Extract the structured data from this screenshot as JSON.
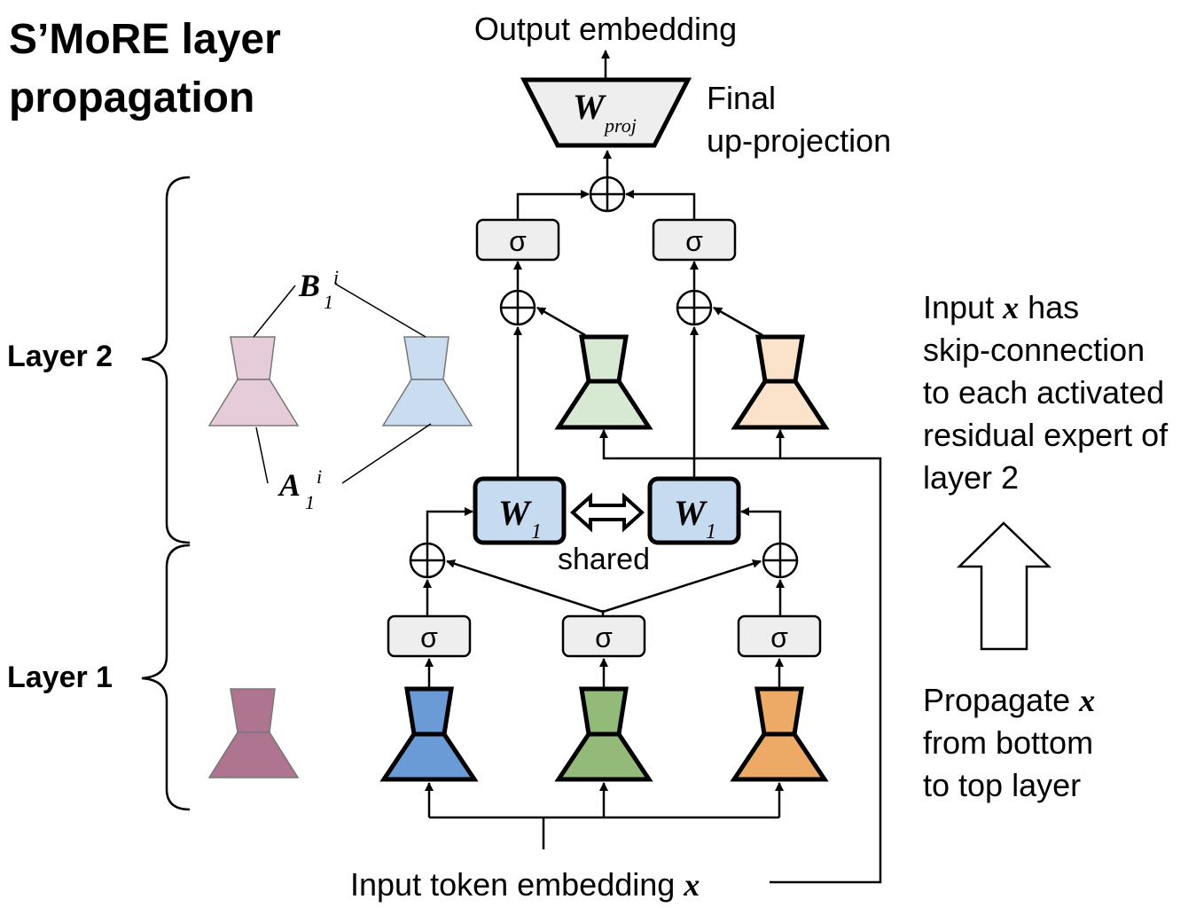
{
  "title_line1": "S’MoRE layer",
  "title_line2": "propagation",
  "output_label": "Output embedding",
  "proj": {
    "main": "W",
    "sub": "proj"
  },
  "final_line1": "Final",
  "final_line2": "up-projection",
  "layer2_label": "Layer 2",
  "layer1_label": "Layer 1",
  "b_label": {
    "main": "B",
    "sub": "1",
    "sup": "i"
  },
  "a_label": {
    "main": "A",
    "sub": "1",
    "sup": "i"
  },
  "w1_label": {
    "main": "W",
    "sub": "1"
  },
  "sigma": "σ",
  "shared_label": "shared",
  "skip_note": [
    "Input",
    "x",
    "has",
    "skip-connection",
    "to each activated",
    "residual expert of",
    "layer 2"
  ],
  "propagate_note": [
    "Propagate",
    "x",
    "from bottom",
    "to top layer"
  ],
  "input_label": {
    "text": "Input token embedding",
    "var": "x"
  },
  "colors": {
    "layer2_pink": "#E6CCD9",
    "layer2_blue": "#C9DCF0",
    "layer2_green": "#D7E8D3",
    "layer2_orange": "#FBE2CB",
    "layer1_purple": "#AF7490",
    "layer1_blue": "#6A9BD6",
    "layer1_green": "#93BA78",
    "layer1_orange": "#EDAA66",
    "w1_fill": "#C6DAF0",
    "sigma_fill": "#EEEEEE"
  }
}
